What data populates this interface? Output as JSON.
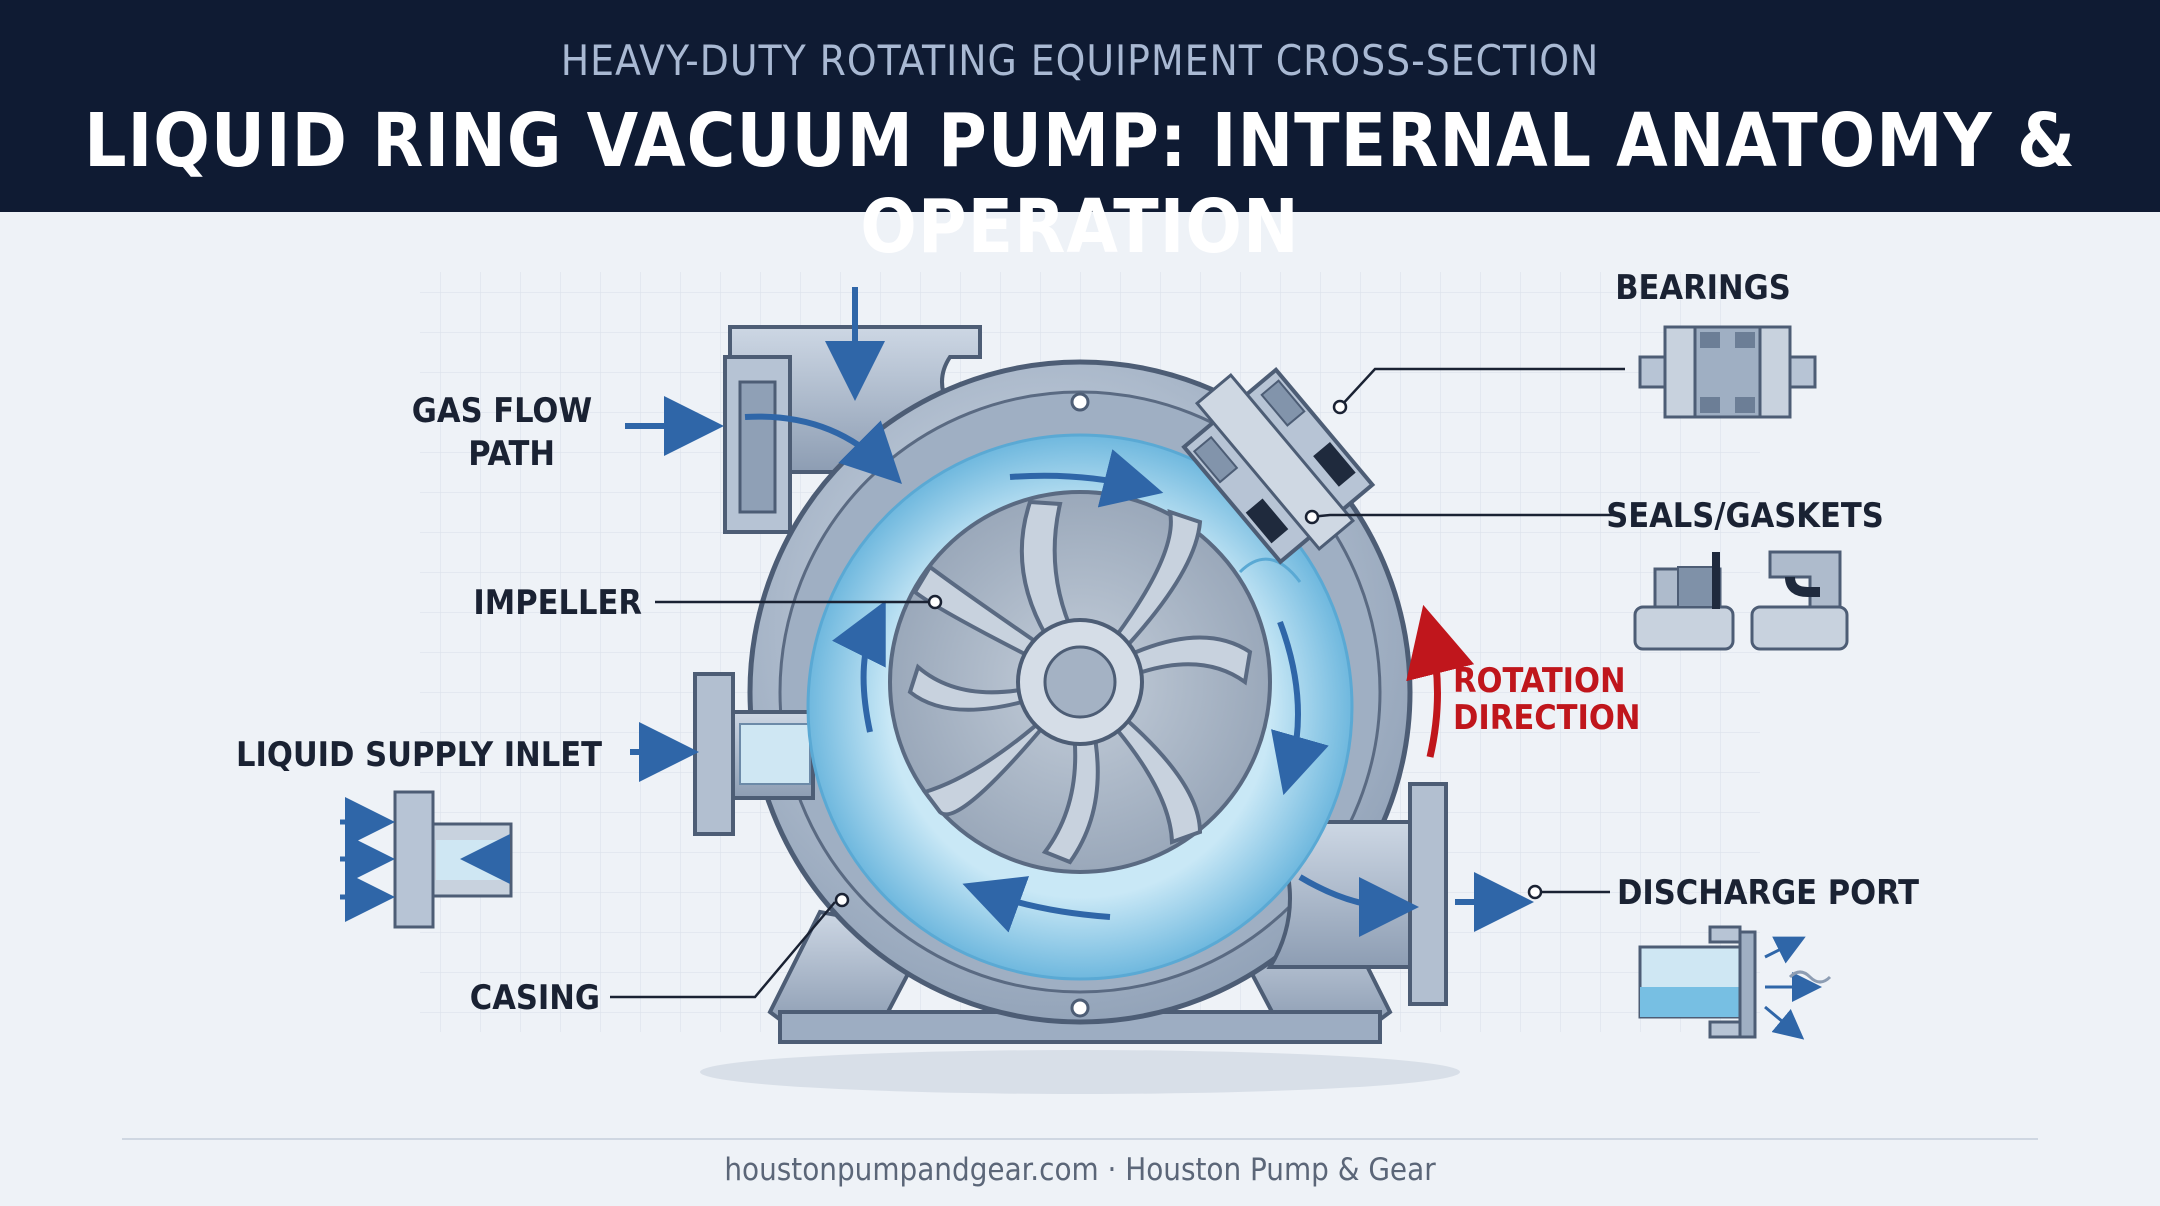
{
  "header": {
    "subtitle": "HEAVY-DUTY ROTATING EQUIPMENT CROSS-SECTION",
    "title": "LIQUID RING VACUUM PUMP: INTERNAL ANATOMY & OPERATION"
  },
  "labels": {
    "gas_flow_line1": "GAS FLOW",
    "gas_flow_line2": "PATH",
    "impeller": "IMPELLER",
    "liquid_supply_inlet": "LIQUID SUPPLY INLET",
    "casing": "CASING",
    "bearings": "BEARINGS",
    "seals_gaskets": "SEALS/GASKETS",
    "rotation_line1": "ROTATION",
    "rotation_line2": "DIRECTION",
    "discharge_port": "DISCHARGE PORT"
  },
  "footer": {
    "text": "houstonpumpandgear.com · Houston Pump & Gear"
  },
  "colors": {
    "header_bg": "#0f1b33",
    "metal": "#a9b8cb",
    "metal_dark": "#6f819a",
    "liquid": "#8fcbe8",
    "flow_arrow": "#2f66a8",
    "rotation_arrow": "#c0161c"
  }
}
